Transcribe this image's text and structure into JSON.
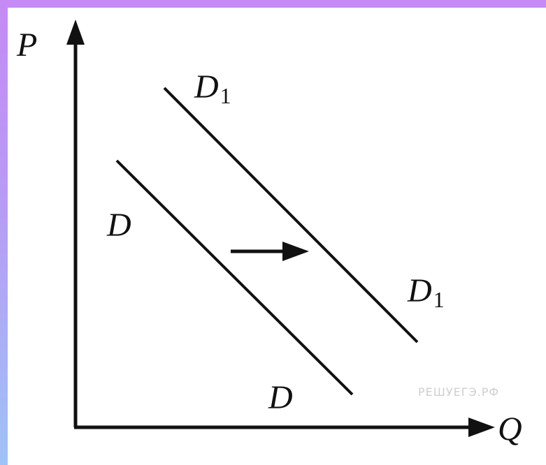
{
  "diagram": {
    "axes": {
      "y_label": "P",
      "x_label": "Q"
    },
    "curves": [
      {
        "id": "D",
        "label": "D",
        "subscript": ""
      },
      {
        "id": "D1",
        "label": "D",
        "subscript": "1"
      }
    ],
    "shift_direction": "right"
  },
  "watermark": "РЕШУЕГЭ.РФ",
  "colors": {
    "line": "#111111",
    "background": "#ffffff",
    "border_top": "#c58af5",
    "border_bottom": "#9fc2f7"
  }
}
